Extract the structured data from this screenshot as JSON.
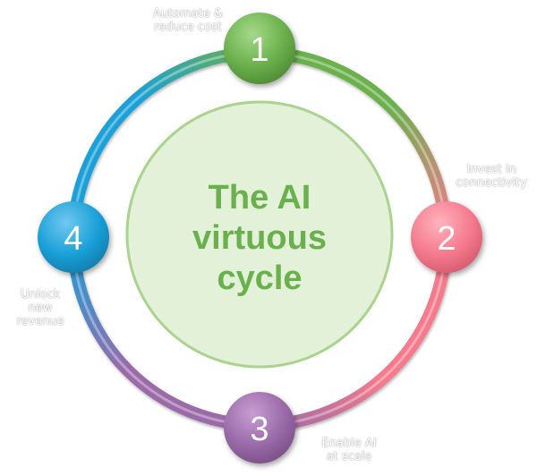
{
  "center": {
    "lines": [
      "The AI",
      "virtuous",
      "cycle"
    ]
  },
  "steps": [
    {
      "number": "1",
      "label_lines": [
        "Automate &",
        "reduce cost"
      ]
    },
    {
      "number": "2",
      "label_lines": [
        "Invest in",
        "connectivity"
      ]
    },
    {
      "number": "3",
      "label_lines": [
        "Enable AI",
        "at scale"
      ]
    },
    {
      "number": "4",
      "label_lines": [
        "Unlock",
        "new",
        "revenue"
      ]
    }
  ],
  "colors": {
    "green": "#6ab04c",
    "pink": "#f47a8c",
    "purple": "#9b6aa8",
    "blue": "#1aa0d8",
    "center_fill": "#e3f1d9",
    "center_stroke": "#a9d38e",
    "center_text": "#6ab04c"
  }
}
